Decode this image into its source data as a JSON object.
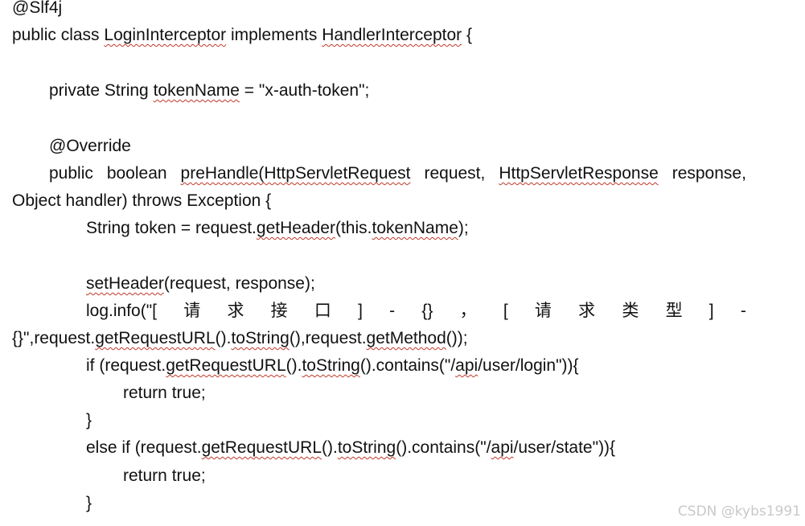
{
  "code": {
    "l01": "@Slf4j",
    "l02a": "public class ",
    "l02b": "LoginInterceptor",
    "l02c": " implements ",
    "l02d": "HandlerInterceptor",
    "l02e": " {",
    "l04a": "private String ",
    "l04b": "tokenName",
    "l04c": " = \"x-auth-token\";",
    "l06": "@Override",
    "l07": [
      "public",
      "boolean",
      "preHandle(HttpServletRequest",
      "request,",
      "HttpServletResponse",
      "response,"
    ],
    "l08": "Object handler) throws Exception {",
    "l09a": "String token = request.",
    "l09b": "getHeader",
    "l09c": "(this.",
    "l09d": "tokenName",
    "l09e": ");",
    "l11a": "setHeader",
    "l11b": "(request, response);",
    "l12": [
      "log.info(\"[",
      "请",
      "求",
      "接",
      "口",
      "]",
      "-",
      "{}",
      "，",
      "[",
      "请",
      "求",
      "类",
      "型",
      "]",
      "-"
    ],
    "l13a": "{}\",request.",
    "l13b": "getRequestURL",
    "l13c": "().",
    "l13d": "toString",
    "l13e": "(),request.",
    "l13f": "getMethod",
    "l13g": "());",
    "l14a": "if (request.",
    "l14b": "getRequestURL",
    "l14c": "().",
    "l14d": "toString",
    "l14e": "().contains(\"/",
    "l14f": "api",
    "l14g": "/user/login\")){",
    "l15": "return true;",
    "l16": "}",
    "l17a": "else if (request.",
    "l17b": "getRequestURL",
    "l17c": "().",
    "l17d": "toString",
    "l17e": "().contains(\"/",
    "l17f": "api",
    "l17g": "/user/state\")){",
    "l18": "return true;",
    "l19": "}"
  },
  "watermark": "CSDN @kybs1991"
}
